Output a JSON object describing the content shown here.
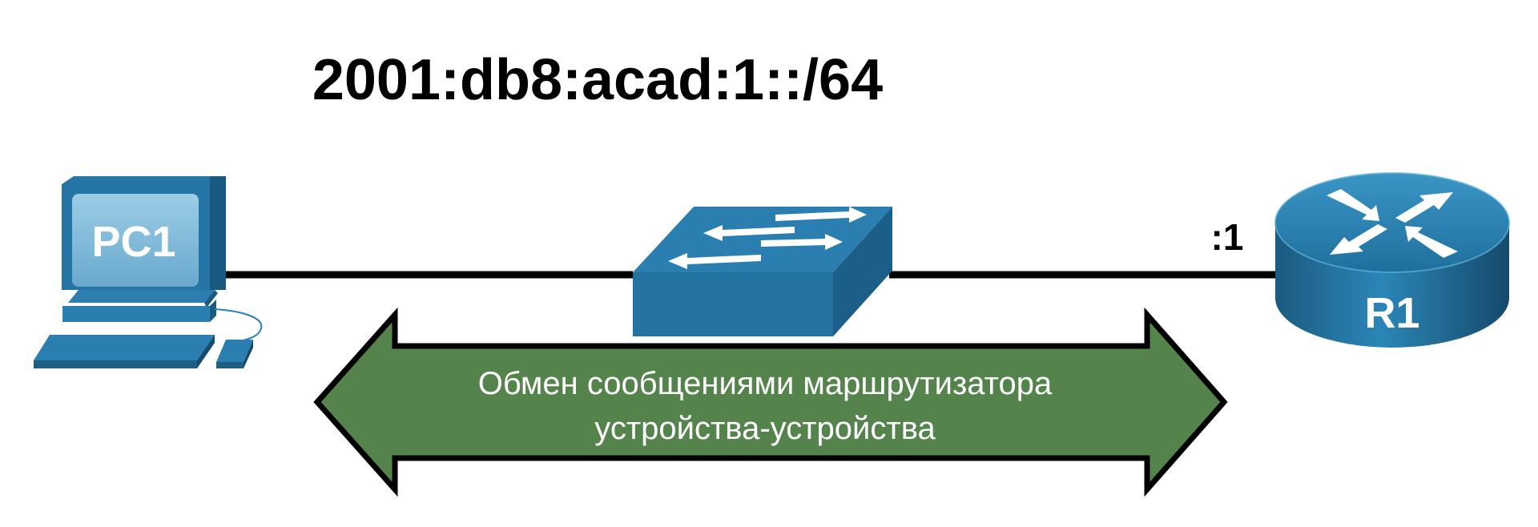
{
  "network": {
    "prefix": "2001:db8:acad:1::/64"
  },
  "devices": {
    "pc": {
      "label": "PC1",
      "icon": "desktop-computer-icon"
    },
    "switch": {
      "icon": "switch-icon"
    },
    "router": {
      "label": "R1",
      "icon": "router-icon",
      "interface_id": ":1"
    }
  },
  "exchange": {
    "line1": "Обмен сообщениями маршрутизатора",
    "line2": "устройства-устройства"
  },
  "colors": {
    "device_blue": "#2a7fb0",
    "device_dark": "#1d5e85",
    "arrow_fill": "#54844c",
    "link": "#000000"
  }
}
